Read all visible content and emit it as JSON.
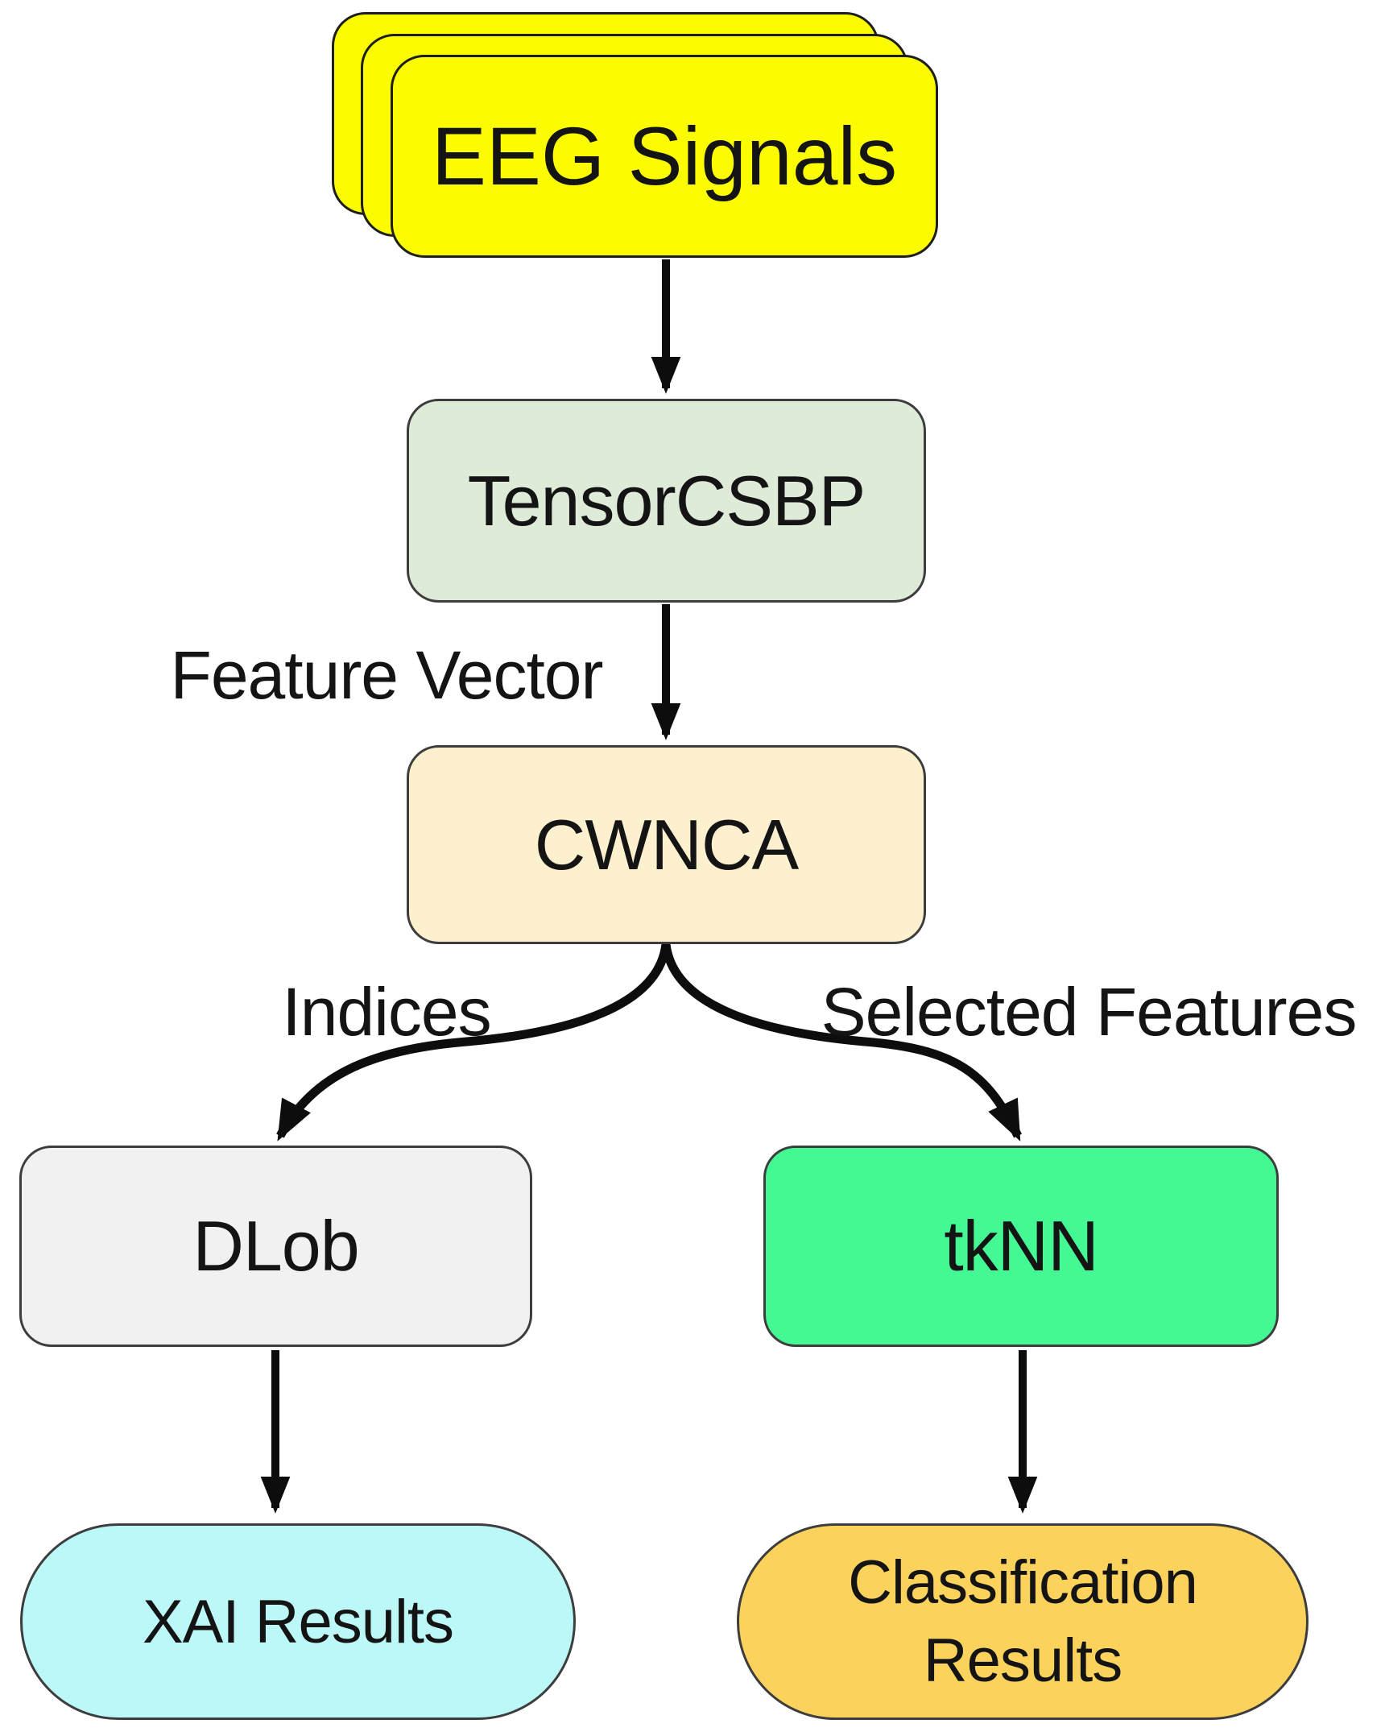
{
  "figure": {
    "type": "flowchart",
    "description_nodes_count": 7
  },
  "colors": {
    "background": "#ffffff",
    "arrow": "#0d0d0d",
    "text": "#141414",
    "border": "#3d3d3d",
    "eeg_fill": "#FCFC00",
    "tensorcsbp_fill": "#DFEBD9",
    "cwnca_fill": "#FCF0CE",
    "dlob_fill": "#F1F1F1",
    "tknn_fill": "#44F893",
    "xai_fill": "#BDF8F8",
    "classification_fill": "#FBD25C"
  },
  "nodes": {
    "eeg": {
      "label": "EEG Signals",
      "shape": "stacked-rounded-rect"
    },
    "tensorcsbp": {
      "label": "TensorCSBP",
      "shape": "rounded-rect"
    },
    "cwnca": {
      "label": "CWNCA",
      "shape": "rounded-rect"
    },
    "dlob": {
      "label": "DLob",
      "shape": "rounded-rect"
    },
    "tknn": {
      "label": "tkNN",
      "shape": "rounded-rect"
    },
    "xai": {
      "label": "XAI Results",
      "shape": "pill"
    },
    "classification": {
      "label": "Classification Results",
      "shape": "pill"
    }
  },
  "edge_labels": {
    "feature_vector": "Feature Vector",
    "indices": "Indices",
    "selected_features": "Selected Features"
  },
  "edges": [
    {
      "from": "eeg",
      "to": "tensorcsbp",
      "label": ""
    },
    {
      "from": "tensorcsbp",
      "to": "cwnca",
      "label": "Feature Vector"
    },
    {
      "from": "cwnca",
      "to": "dlob",
      "label": "Indices"
    },
    {
      "from": "cwnca",
      "to": "tknn",
      "label": "Selected Features"
    },
    {
      "from": "dlob",
      "to": "xai",
      "label": ""
    },
    {
      "from": "tknn",
      "to": "classification",
      "label": ""
    }
  ]
}
